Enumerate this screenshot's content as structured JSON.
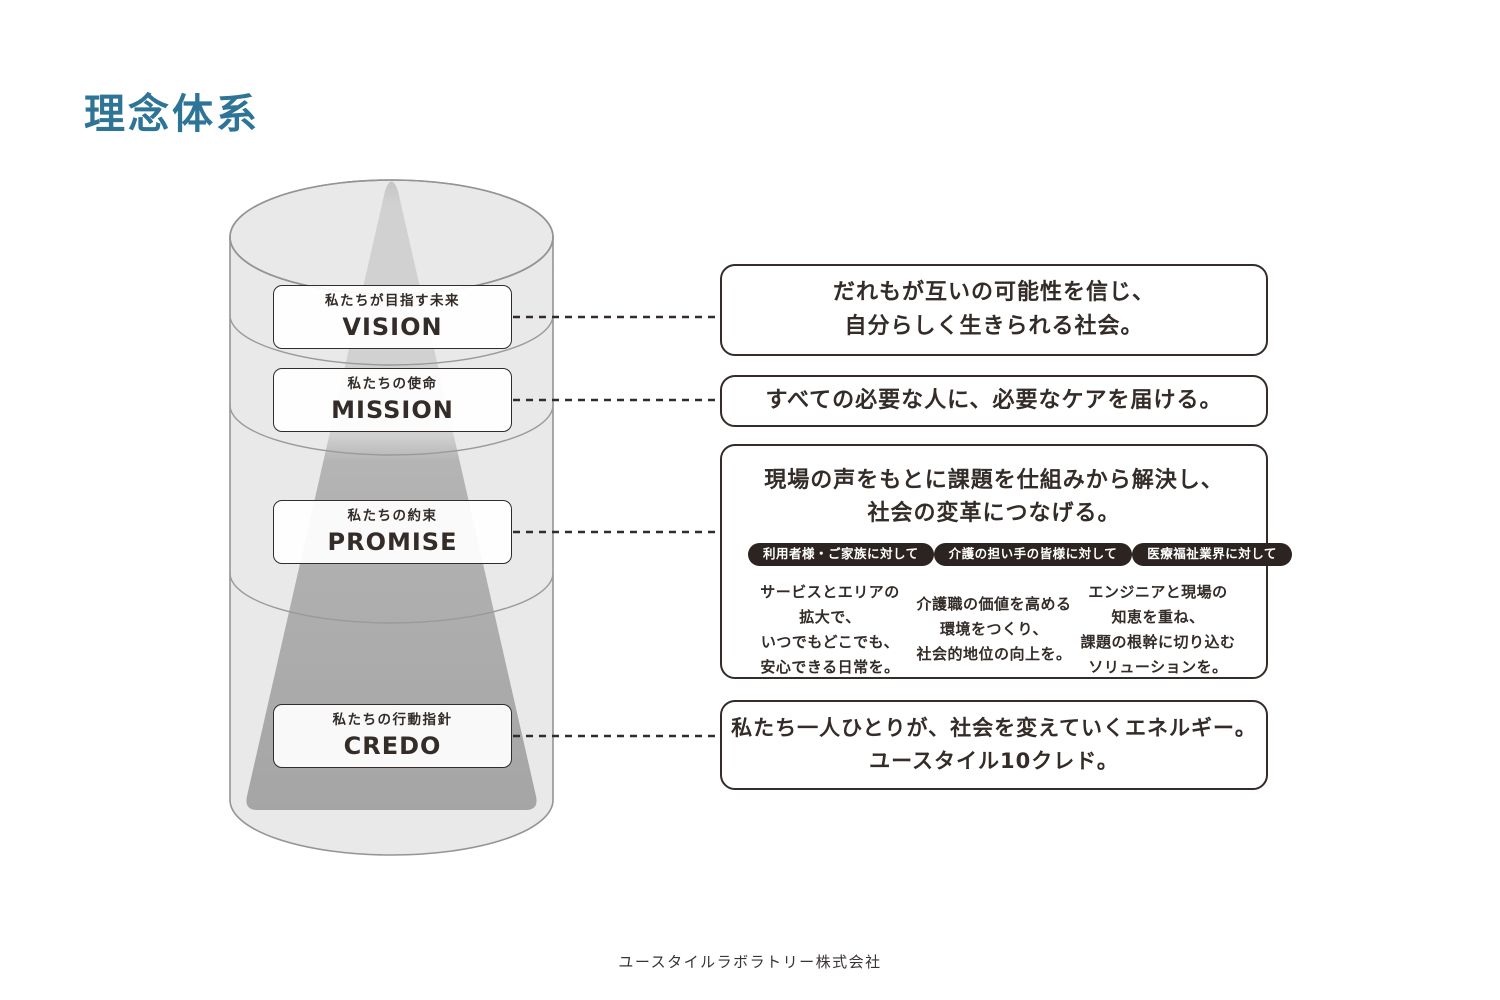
{
  "title": {
    "text": "理念体系"
  },
  "colors": {
    "accent": "#2d7496",
    "ink": "#332c28",
    "cyl-fill": "#e9e9e9",
    "cyl-stroke": "#949494",
    "badge-bg": "#2b2420",
    "box-bg": "#ffffff"
  },
  "pyramid": {
    "levels": [
      {
        "id": "vision",
        "sublabel": "私たちが目指す未来",
        "label": "VISION"
      },
      {
        "id": "mission",
        "sublabel": "私たちの使命",
        "label": "MISSION"
      },
      {
        "id": "promise",
        "sublabel": "私たちの約束",
        "label": "PROMISE"
      },
      {
        "id": "credo",
        "sublabel": "私たちの行動指針",
        "label": "CREDO"
      }
    ]
  },
  "descriptions": {
    "vision": {
      "text": "だれもが互いの可能性を信じ、\n自分らしく生きられる社会。"
    },
    "mission": {
      "text": "すべての必要な人に、必要なケアを届ける。"
    },
    "promise": {
      "heading": "現場の声をもとに課題を仕組みから解決し、\n社会の変革につなげる。",
      "audiences": [
        {
          "badge": "利用者様・ご家族に対して",
          "text": "サービスとエリアの\n拡大で、\nいつでもどこでも、\n安心できる日常を。"
        },
        {
          "badge": "介護の担い手の皆様に対して",
          "text": "介護職の価値を高める\n環境をつくり、\n社会的地位の向上を。"
        },
        {
          "badge": "医療福祉業界に対して",
          "text": "エンジニアと現場の\n知恵を重ね、\n課題の根幹に切り込む\nソリューションを。"
        }
      ]
    },
    "credo": {
      "text": "私たち一人ひとりが、社会を変えていくエネルギー。\nユースタイル10クレド。"
    }
  },
  "footer": {
    "company": "ユースタイルラボラトリー株式会社"
  }
}
